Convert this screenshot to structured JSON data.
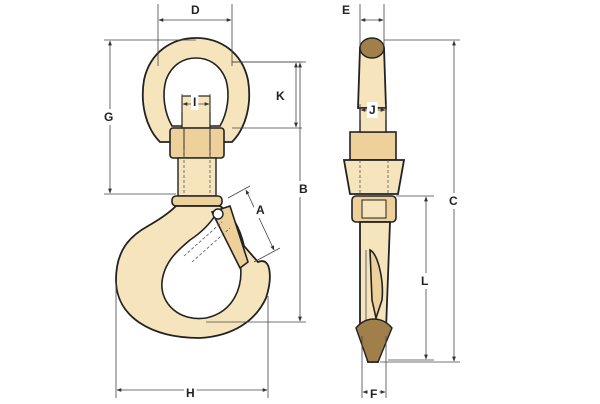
{
  "dimensions": {
    "D": "D",
    "I": "I",
    "K": "K",
    "G": "G",
    "B": "B",
    "A": "A",
    "H": "H",
    "E": "E",
    "J": "J",
    "C": "C",
    "L": "L",
    "F": "F"
  },
  "colors": {
    "metal": "#f6e4bd",
    "shade": "#edd09a",
    "outline": "#222222"
  }
}
